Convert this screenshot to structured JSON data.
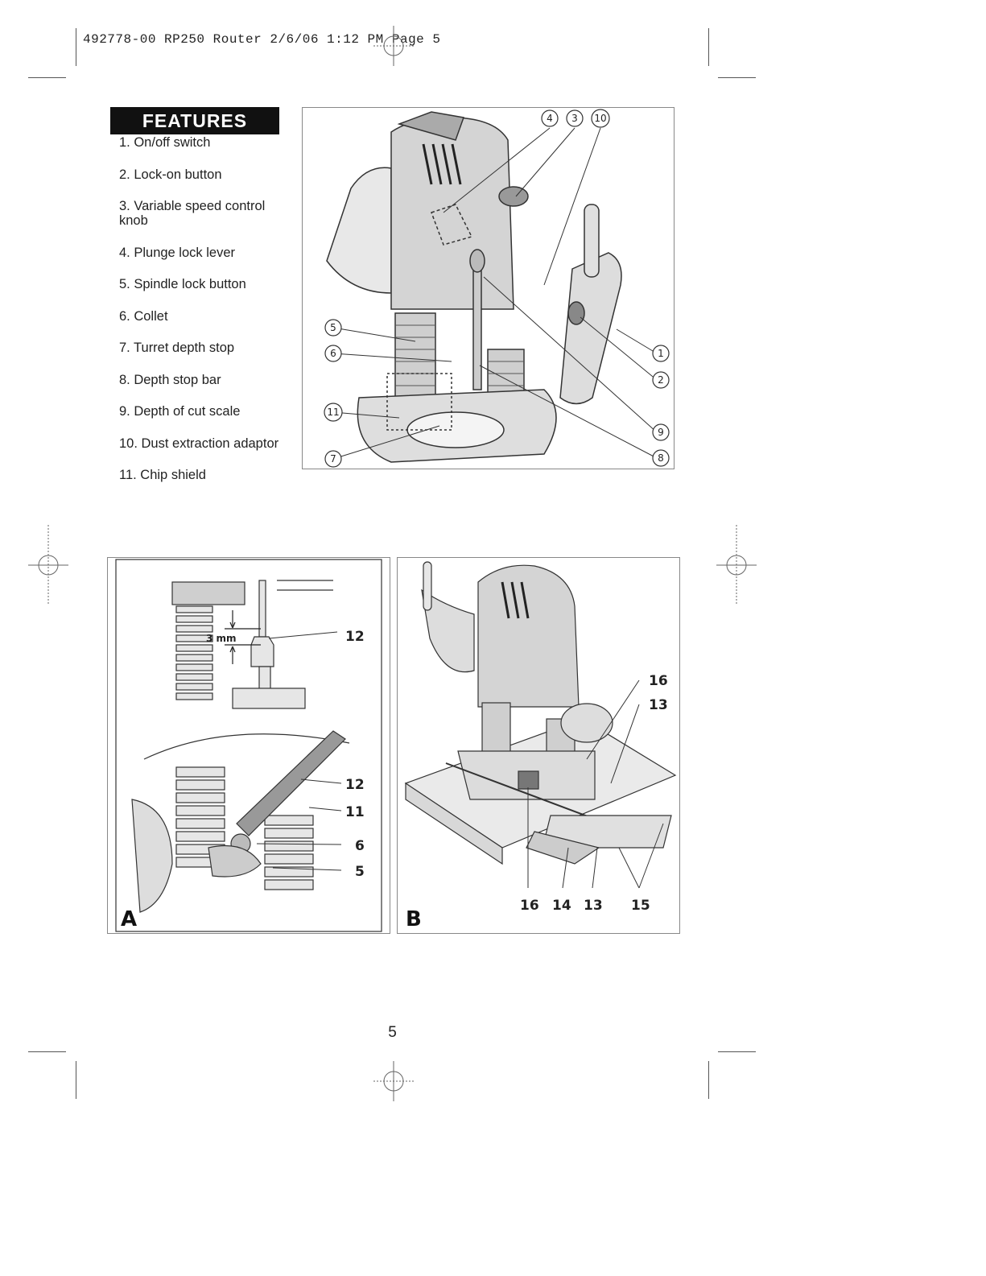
{
  "header": {
    "slug": "492778-00 RP250 Router  2/6/06  1:12 PM  Page 5"
  },
  "features": {
    "title": "FEATURES",
    "items": [
      "1. On/off switch",
      "2. Lock-on button",
      "3. Variable speed control knob",
      "4. Plunge lock lever",
      "5. Spindle lock button",
      "6. Collet",
      "7. Turret depth stop",
      "8. Depth stop bar",
      "9. Depth of cut scale",
      "10. Dust extraction adaptor",
      "11. Chip shield"
    ]
  },
  "figure_main": {
    "callouts_top": [
      "4",
      "3",
      "10"
    ],
    "callouts_left": [
      "5",
      "6",
      "11",
      "7"
    ],
    "callouts_right": [
      "1",
      "2",
      "9",
      "8"
    ]
  },
  "figure_a": {
    "letter": "A",
    "measure": "3 mm",
    "callouts": [
      "12",
      "12",
      "11",
      "6",
      "5"
    ]
  },
  "figure_b": {
    "letter": "B",
    "callouts_side": [
      "16",
      "13"
    ],
    "callouts_bottom": [
      "16",
      "14",
      "13",
      "15"
    ]
  },
  "footer": {
    "page_number": "5"
  }
}
